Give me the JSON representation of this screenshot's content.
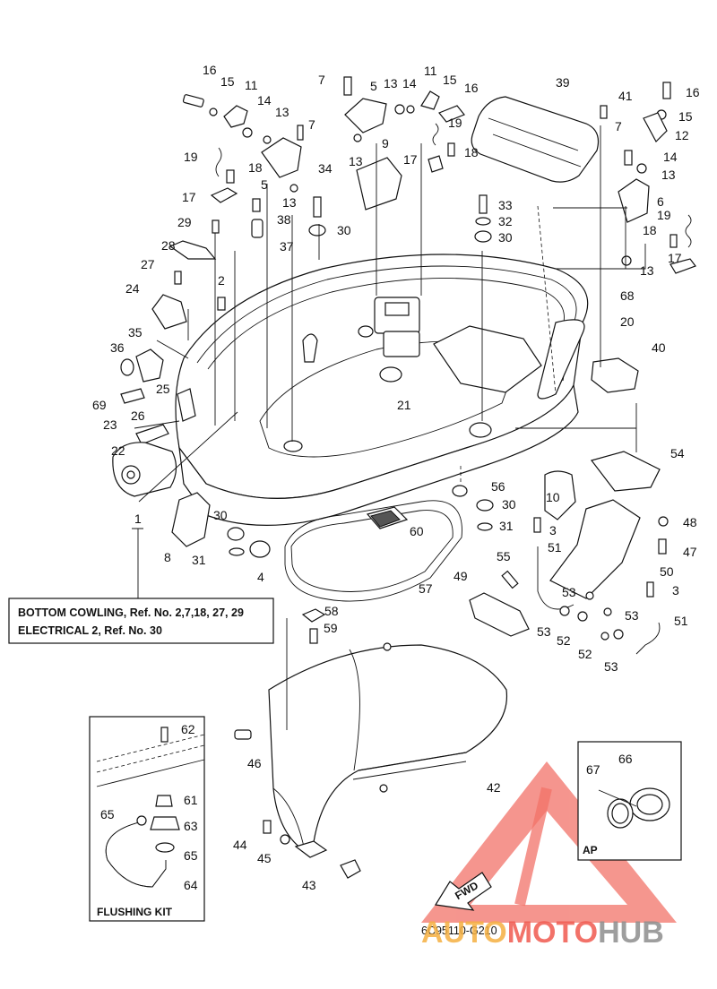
{
  "diagram_code": "6C95110-G210",
  "legend": {
    "line1": "BOTTOM COWLING,  Ref. No. 2,7,18, 27, 29",
    "line2": "ELECTRICAL 2,  Ref. No. 30"
  },
  "flushing_kit_title": "FLUSHING KIT",
  "ap_box_label": "AP",
  "fwd_arrow_label": "FWD",
  "watermark": {
    "part1": "AUTO",
    "part2": "MOTO",
    "part3": "HUB",
    "color_triangle": "#f05a4f",
    "color_auto": "#f5b041",
    "color_moto": "#f05a4f",
    "color_hub": "#8e8e8e"
  },
  "callouts": [
    {
      "id": "c16a",
      "label": "16"
    },
    {
      "id": "c15a",
      "label": "15"
    },
    {
      "id": "c11a",
      "label": "11"
    },
    {
      "id": "c14a",
      "label": "14"
    },
    {
      "id": "c13a",
      "label": "13"
    },
    {
      "id": "c7a",
      "label": "7"
    },
    {
      "id": "c19a",
      "label": "19"
    },
    {
      "id": "c18a",
      "label": "18"
    },
    {
      "id": "c5a",
      "label": "5"
    },
    {
      "id": "c13b",
      "label": "13"
    },
    {
      "id": "c17a",
      "label": "17"
    },
    {
      "id": "c38",
      "label": "38"
    },
    {
      "id": "c29",
      "label": "29"
    },
    {
      "id": "c37",
      "label": "37"
    },
    {
      "id": "c28",
      "label": "28"
    },
    {
      "id": "c34",
      "label": "34"
    },
    {
      "id": "c30a",
      "label": "30"
    },
    {
      "id": "c7b",
      "label": "7"
    },
    {
      "id": "c5b",
      "label": "5"
    },
    {
      "id": "c13c",
      "label": "13"
    },
    {
      "id": "c14b",
      "label": "14"
    },
    {
      "id": "c11b",
      "label": "11"
    },
    {
      "id": "c15b",
      "label": "15"
    },
    {
      "id": "c16b",
      "label": "16"
    },
    {
      "id": "c19b",
      "label": "19"
    },
    {
      "id": "c9",
      "label": "9"
    },
    {
      "id": "c13d",
      "label": "13"
    },
    {
      "id": "c18b",
      "label": "18"
    },
    {
      "id": "c17b",
      "label": "17"
    },
    {
      "id": "c39",
      "label": "39"
    },
    {
      "id": "c41",
      "label": "41"
    },
    {
      "id": "c16c",
      "label": "16"
    },
    {
      "id": "c15c",
      "label": "15"
    },
    {
      "id": "c7c",
      "label": "7"
    },
    {
      "id": "c12",
      "label": "12"
    },
    {
      "id": "c14c",
      "label": "14"
    },
    {
      "id": "c13e",
      "label": "13"
    },
    {
      "id": "c6",
      "label": "6"
    },
    {
      "id": "c19c",
      "label": "19"
    },
    {
      "id": "c18c",
      "label": "18"
    },
    {
      "id": "c17c",
      "label": "17"
    },
    {
      "id": "c13f",
      "label": "13"
    },
    {
      "id": "c33",
      "label": "33"
    },
    {
      "id": "c32",
      "label": "32"
    },
    {
      "id": "c30b",
      "label": "30"
    },
    {
      "id": "c27",
      "label": "27"
    },
    {
      "id": "c2",
      "label": "2"
    },
    {
      "id": "c24",
      "label": "24"
    },
    {
      "id": "c68",
      "label": "68"
    },
    {
      "id": "c20",
      "label": "20"
    },
    {
      "id": "c35",
      "label": "35"
    },
    {
      "id": "c36",
      "label": "36"
    },
    {
      "id": "c40",
      "label": "40"
    },
    {
      "id": "c25",
      "label": "25"
    },
    {
      "id": "c69",
      "label": "69"
    },
    {
      "id": "c21",
      "label": "21"
    },
    {
      "id": "c26",
      "label": "26"
    },
    {
      "id": "c23",
      "label": "23"
    },
    {
      "id": "c22",
      "label": "22"
    },
    {
      "id": "c54",
      "label": "54"
    },
    {
      "id": "c56",
      "label": "56"
    },
    {
      "id": "c10",
      "label": "10"
    },
    {
      "id": "c30c",
      "label": "30"
    },
    {
      "id": "c1",
      "label": "1"
    },
    {
      "id": "c30d",
      "label": "30"
    },
    {
      "id": "c3a",
      "label": "3"
    },
    {
      "id": "c31a",
      "label": "31"
    },
    {
      "id": "c48",
      "label": "48"
    },
    {
      "id": "c60",
      "label": "60"
    },
    {
      "id": "c47",
      "label": "47"
    },
    {
      "id": "c8",
      "label": "8"
    },
    {
      "id": "c51a",
      "label": "51"
    },
    {
      "id": "c55",
      "label": "55"
    },
    {
      "id": "c31b",
      "label": "31"
    },
    {
      "id": "c4",
      "label": "4"
    },
    {
      "id": "c50",
      "label": "50"
    },
    {
      "id": "c49",
      "label": "49"
    },
    {
      "id": "c3b",
      "label": "3"
    },
    {
      "id": "c57",
      "label": "57"
    },
    {
      "id": "c53a",
      "label": "53"
    },
    {
      "id": "c53b",
      "label": "53"
    },
    {
      "id": "c58",
      "label": "58"
    },
    {
      "id": "c51b",
      "label": "51"
    },
    {
      "id": "c53c",
      "label": "53"
    },
    {
      "id": "c52a",
      "label": "52"
    },
    {
      "id": "c59",
      "label": "59"
    },
    {
      "id": "c52b",
      "label": "52"
    },
    {
      "id": "c53d",
      "label": "53"
    },
    {
      "id": "c62",
      "label": "62"
    },
    {
      "id": "c46",
      "label": "46"
    },
    {
      "id": "c66",
      "label": "66"
    },
    {
      "id": "c67",
      "label": "67"
    },
    {
      "id": "c42",
      "label": "42"
    },
    {
      "id": "c61",
      "label": "61"
    },
    {
      "id": "c65a",
      "label": "65"
    },
    {
      "id": "c63",
      "label": "63"
    },
    {
      "id": "c44",
      "label": "44"
    },
    {
      "id": "c65b",
      "label": "65"
    },
    {
      "id": "c45",
      "label": "45"
    },
    {
      "id": "c64",
      "label": "64"
    },
    {
      "id": "c43",
      "label": "43"
    }
  ]
}
